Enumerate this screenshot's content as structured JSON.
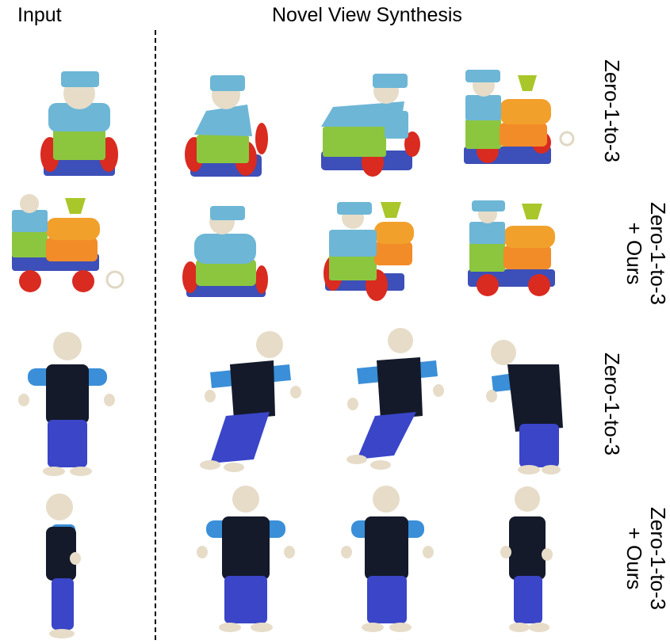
{
  "header": {
    "input_label": "Input",
    "nvs_label": "Novel View Synthesis"
  },
  "rows": [
    {
      "label_line1": "Zero-1-to-3",
      "label_line2": ""
    },
    {
      "label_line1": "Zero-1-to-3",
      "label_line2": "+ Ours"
    },
    {
      "label_line1": "Zero-1-to-3",
      "label_line2": ""
    },
    {
      "label_line1": "Zero-1-to-3",
      "label_line2": "+ Ours"
    }
  ],
  "colors": {
    "train_blue": "#6db6d6",
    "train_green": "#8cc63f",
    "train_orange": "#f28c28",
    "train_red": "#d92b20",
    "base_blue": "#3d4fb8",
    "doll_head": "#e6dcc8",
    "doll_shirt": "#3a8fd8",
    "doll_vest": "#141a2a",
    "doll_pants": "#3a45c8"
  }
}
